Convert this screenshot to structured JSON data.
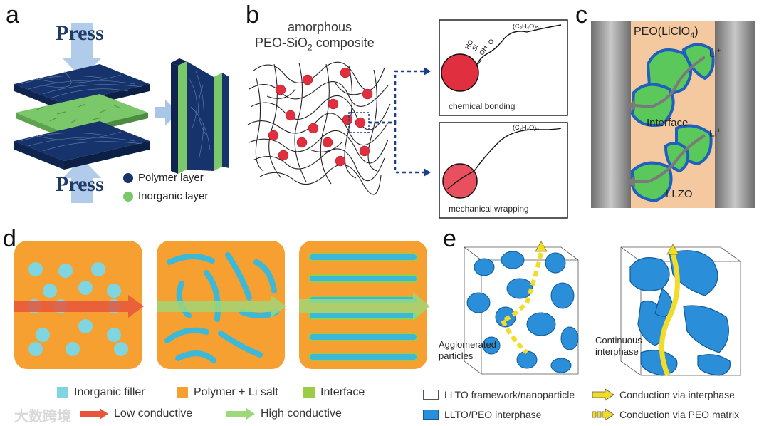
{
  "panels": {
    "a": {
      "letter": "a",
      "press_top": "Press",
      "press_bottom": "Press",
      "legend": [
        "Polymer layer",
        "Inorganic layer"
      ],
      "colors": {
        "polymer": "#16336b",
        "inorganic": "#7bc86a",
        "arrow": "#a9c6e8"
      }
    },
    "b": {
      "letter": "b",
      "title_line1": "amorphous",
      "title_line2": "PEO-SiO",
      "title_sub": "2",
      "title_line2_rest": " composite",
      "inset_top_label": "chemical bonding",
      "inset_bottom_label": "mechanical wrapping",
      "chain_formula": "(C",
      "chain_formula_full": "(C2H4O)n",
      "oh_labels": [
        "HO",
        "Si",
        "OH",
        "O"
      ],
      "colors": {
        "particle": "#e03040",
        "chain": "#222222",
        "dashed": "#1c3d8a"
      }
    },
    "c": {
      "letter": "c",
      "top_label": "PEO(LiClO",
      "top_label_sub": "4",
      "top_label_end": ")",
      "li_label_1": "Li",
      "li_label_2": "Li",
      "interface_label": "Interface",
      "bottom_label": "LLZO",
      "colors": {
        "electrode": "#9a9a9a",
        "electrolyte": "#f5c9a0",
        "particle": "#5ac85a",
        "border": "#1e5fbf"
      }
    },
    "d": {
      "letter": "d",
      "legend": [
        {
          "label": "Inorganic filler",
          "color": "#7fd6e0"
        },
        {
          "label": "Polymer + Li salt",
          "color": "#f5a030"
        },
        {
          "label": "Interface",
          "color": "#9ccc44"
        },
        {
          "label": "Low conductive",
          "color": "#e8553a",
          "arrow": true
        },
        {
          "label": "High conductive",
          "color": "#9ed87a",
          "arrow": true
        }
      ]
    },
    "e": {
      "letter": "e",
      "label_left": "Agglomerated particles",
      "label_left_1": "Agglomerated",
      "label_left_2": "particles",
      "label_right_1": "Continuous",
      "label_right_2": "interphase",
      "legend": [
        "LLTO framework/nanoparticle",
        "LLTO/PEO interphase",
        "Conduction via interphase",
        "Conduction via PEO matrix"
      ],
      "colors": {
        "blob": "#2a8fd8",
        "path": "#f2dc2a"
      }
    }
  },
  "watermark": "大数跨境"
}
